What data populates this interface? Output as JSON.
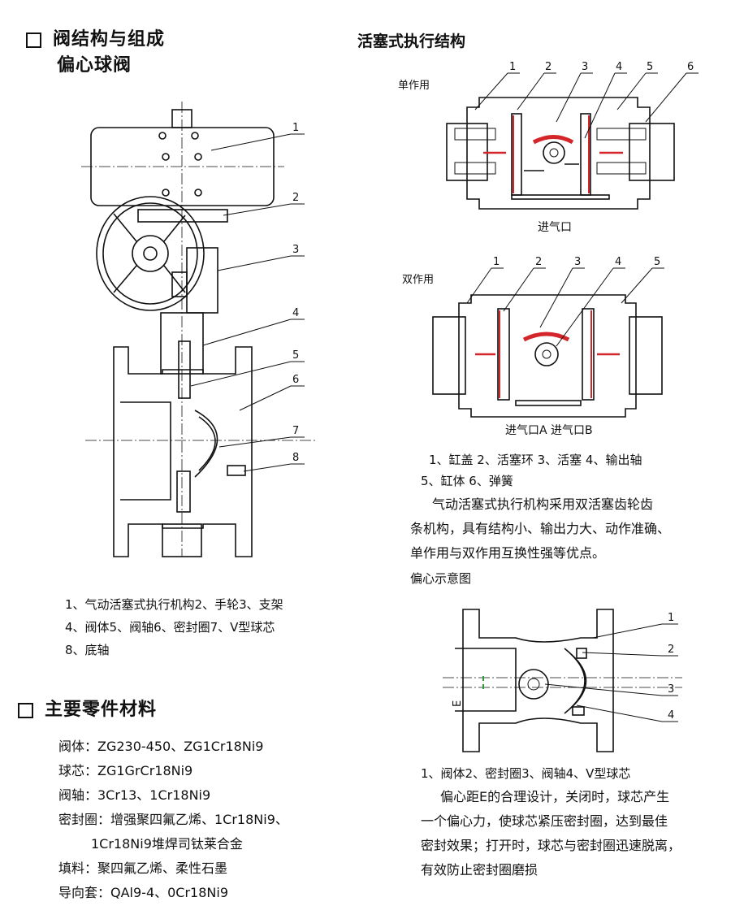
{
  "left": {
    "section1_title": "阀结构与组成",
    "section1_subtitle": "偏心球阀",
    "callouts": [
      "1",
      "2",
      "3",
      "4",
      "5",
      "6",
      "7",
      "8"
    ],
    "legend": [
      "1、气动活塞式执行机构2、手轮3、支架",
      "4、阀体5、阀轴6、密封圈7、V型球芯",
      "8、底轴"
    ],
    "section2_title": "主要零件材料",
    "materials": [
      "阀体：ZG230-450、ZG1Cr18Ni9",
      "球芯：ZG1GrCr18Ni9",
      "阀轴：3Cr13、1Cr18Ni9",
      "密封圈：增强聚四氟乙烯、1Cr18Ni9、",
      "1Cr18Ni9堆焊司钛莱合金",
      "填料：聚四氟乙烯、柔性石墨",
      "导向套：QAl9-4、0Cr18Ni9"
    ]
  },
  "right": {
    "title": "活塞式执行结构",
    "single_label": "单作用",
    "single_callouts": [
      "1",
      "2",
      "3",
      "4",
      "5",
      "6"
    ],
    "single_port": "进气口",
    "double_label": "双作用",
    "double_callouts": [
      "1",
      "2",
      "3",
      "4",
      "5"
    ],
    "double_port": "进气口A 进气口B",
    "parts_line1": "1、缸盖 2、活塞环 3、活塞 4、输出轴",
    "parts_line2": "5、缸体 6、弹簧",
    "desc_lines": [
      "气动活塞式执行机构采用双活塞齿轮齿",
      "条机构，具有结构小、输出力大、动作准确、",
      "单作用与双作用互换性强等优点。"
    ],
    "eccentric_title": "偏心示意图",
    "ecc_callouts": [
      "1",
      "2",
      "3",
      "4"
    ],
    "ecc_letter": "E",
    "ecc_legend": "1、阀体2、密封圈3、阀轴4、V型球芯",
    "ecc_lines": [
      "偏心距E的合理设计，关闭时，球芯产生",
      "一个偏心力，使球芯紧压密封圈，达到最佳",
      "密封效果；打开时，球芯与密封圈迅速脱离，",
      "有效防止密封圈磨损"
    ]
  },
  "colors": {
    "accent_red": "#d4252a",
    "seal_green": "#2a9d3a"
  }
}
